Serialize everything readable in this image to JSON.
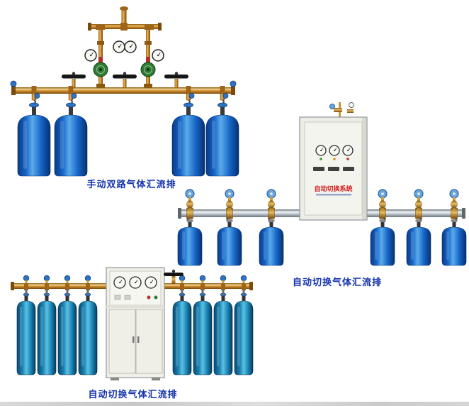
{
  "page": {
    "background_color": "#ffffff"
  },
  "products": [
    {
      "id": "manual-dual-manifold",
      "caption": "手动双路气体汇流排",
      "cylinder_count": 4,
      "cylinder_color": "#1565c8",
      "pipe_material_color": "#c8862a"
    },
    {
      "id": "auto-switch-manifold",
      "caption": "自动切换气体汇流排",
      "cylinder_count": 6,
      "cylinder_color": "#1565c8",
      "pipe_material_color": "#b9c2c9",
      "cabinet_label": "自动切换系统"
    },
    {
      "id": "auto-switch-cabinet-manifold",
      "caption": "自动切换气体汇流排",
      "cylinder_count": 8,
      "cylinder_color": "#1a82b4",
      "pipe_material_color": "#c8862a"
    }
  ],
  "colors": {
    "caption_text": "#1433ae",
    "brass_pipe": "#c8862a",
    "silver_pipe": "#b9c2c9",
    "cabinet_body": "#edeee7",
    "cabinet_label_red": "#cf1f1f",
    "valve_knob_blue": "#2f73c4"
  }
}
